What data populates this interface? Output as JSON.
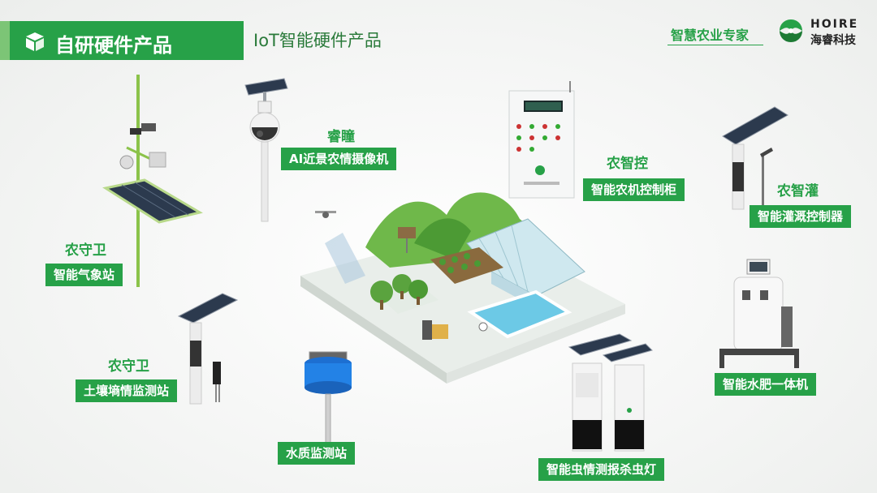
{
  "header": {
    "title": "自研硬件产品",
    "subtitle": "IoT智能硬件产品",
    "slogan": "智慧农业专家",
    "logo_en": "HOIRE",
    "logo_cn": "海睿科技"
  },
  "colors": {
    "brand_green": "#27a148",
    "light_green": "#7cc576",
    "pool_blue": "#6cc9e6"
  },
  "products": [
    {
      "name": "睿瞳",
      "tag": "AI近景农情摄像机"
    },
    {
      "name": "农智控",
      "tag": "智能农机控制柜"
    },
    {
      "name": "农智灌",
      "tag": "智能灌溉控制器"
    },
    {
      "name": "农守卫",
      "tag": "智能气象站"
    },
    {
      "name": "农守卫",
      "tag": "土壤墒情监测站"
    },
    {
      "name": "",
      "tag": "水质监测站"
    },
    {
      "name": "",
      "tag": "智能水肥一体机"
    },
    {
      "name": "",
      "tag": "智能虫情测报杀虫灯"
    }
  ]
}
